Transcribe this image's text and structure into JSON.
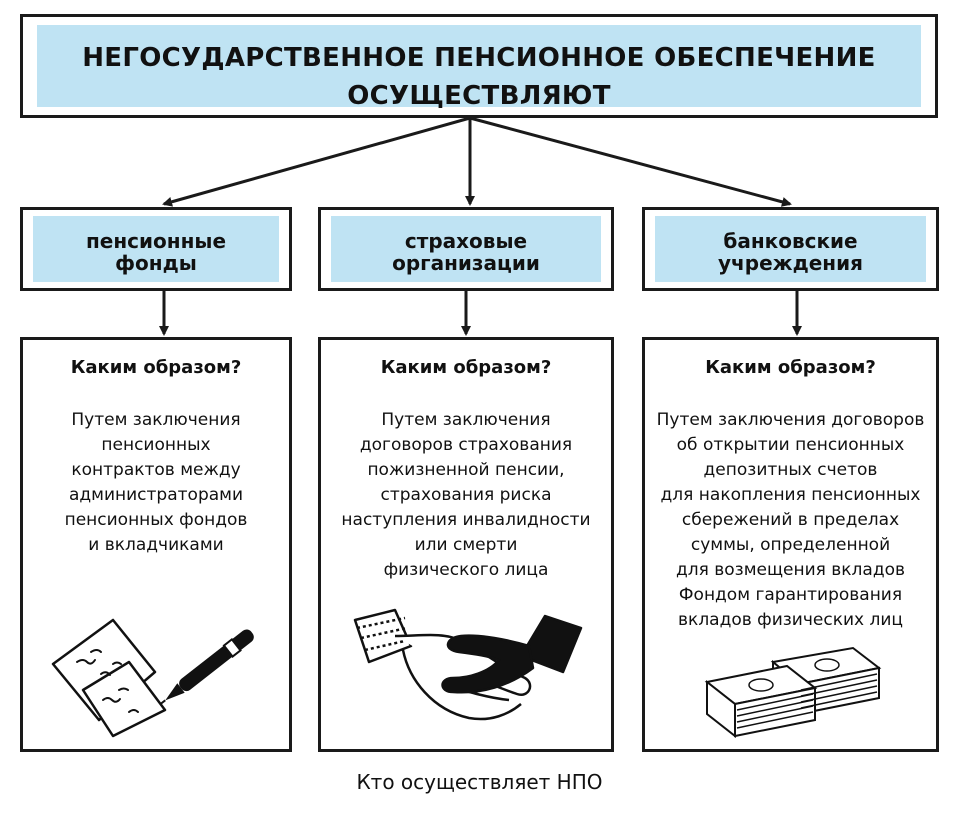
{
  "title": {
    "line1": "НЕГОСУДАРСТВЕННОЕ ПЕНСИОННОЕ ОБЕСПЕЧЕНИЕ",
    "line2": "ОСУЩЕСТВЛЯЮТ"
  },
  "categories": [
    {
      "label_line1": "пенсионные",
      "label_line2": "фонды",
      "question": "Каким образом?",
      "description": "Путем заключения\nпенсионных\nконтрактов между\nадминистраторами\nпенсионных фондов\nи вкладчиками",
      "icon": "contract-pen-icon"
    },
    {
      "label_line1": "страховые",
      "label_line2": "организации",
      "question": "Каким образом?",
      "description": "Путем заключения\nдоговоров страхования\nпожизненной пенсии,\nстрахования риска\nнаступления инвалидности\nили смерти\nфизического лица",
      "icon": "handshake-icon"
    },
    {
      "label_line1": "банковские",
      "label_line2": "учреждения",
      "question": "Каким образом?",
      "description": "Путем заключения договоров\nоб открытии пенсионных\nдепозитных счетов\nдля накопления пенсионных\nсбережений в пределах\nсуммы, определенной\nдля возмещения вкладов\nФондом гарантирования\nвкладов физических лиц",
      "icon": "money-stack-icon"
    }
  ],
  "caption": "Кто осуществляет НПО",
  "colors": {
    "box_fill": "#bfe3f3",
    "border": "#1a1a1a"
  }
}
